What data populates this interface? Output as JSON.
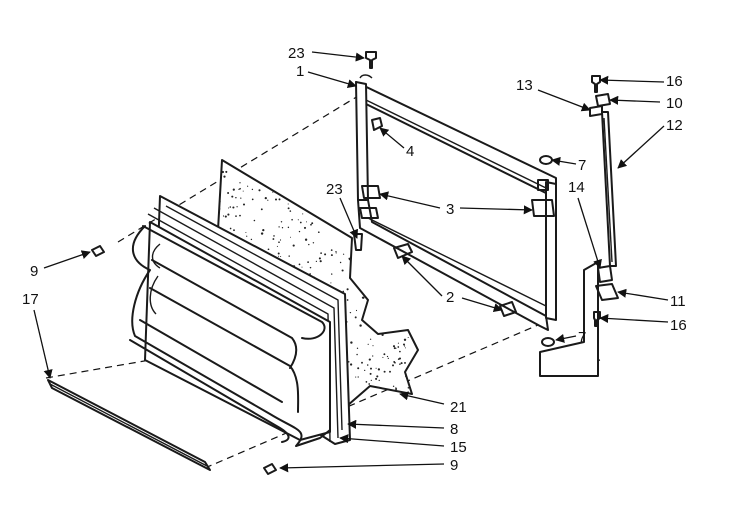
{
  "labels": {
    "l23a": "23",
    "l1": "1",
    "l4": "4",
    "l23b": "23",
    "l3": "3",
    "l13": "13",
    "l16a": "16",
    "l10": "10",
    "l12": "12",
    "l7a": "7",
    "l14": "14",
    "l11": "11",
    "l16b": "16",
    "l7b": "7",
    "l2": "2",
    "l9a": "9",
    "l17": "17",
    "l21": "21",
    "l8": "8",
    "l15": "15",
    "l9b": "9"
  },
  "colors": {
    "ink": "#1a1a1a",
    "paper": "#ffffff"
  }
}
